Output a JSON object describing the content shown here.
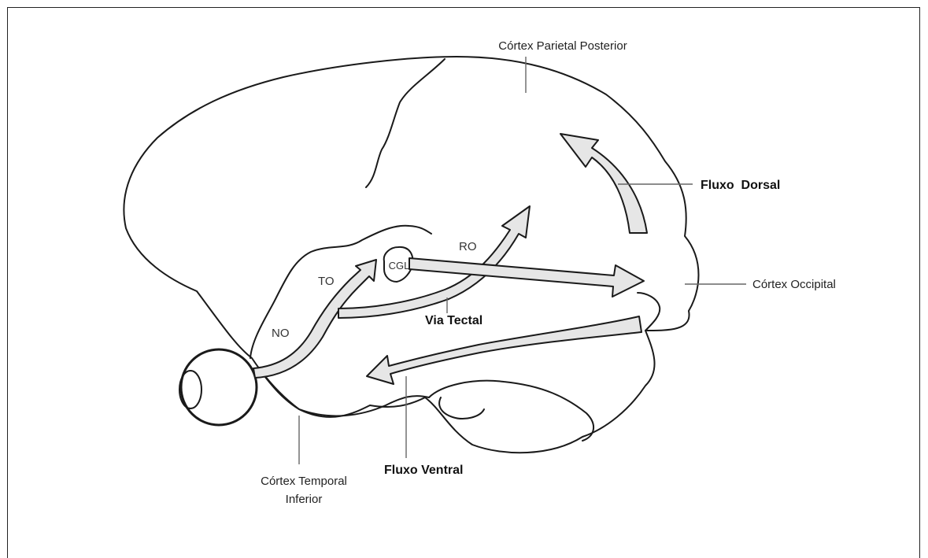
{
  "labels": {
    "parietal": "Córtex Parietal Posterior",
    "dorsal": "Fluxo  Dorsal",
    "occipital": "Córtex Occipital",
    "tectal": "Via Tectal",
    "ventral": "Fluxo Ventral",
    "temporal_line1": "Córtex Temporal",
    "temporal_line2": "Inferior",
    "ro": "RO",
    "to": "TO",
    "no": "NO",
    "cgl": "CGL"
  }
}
